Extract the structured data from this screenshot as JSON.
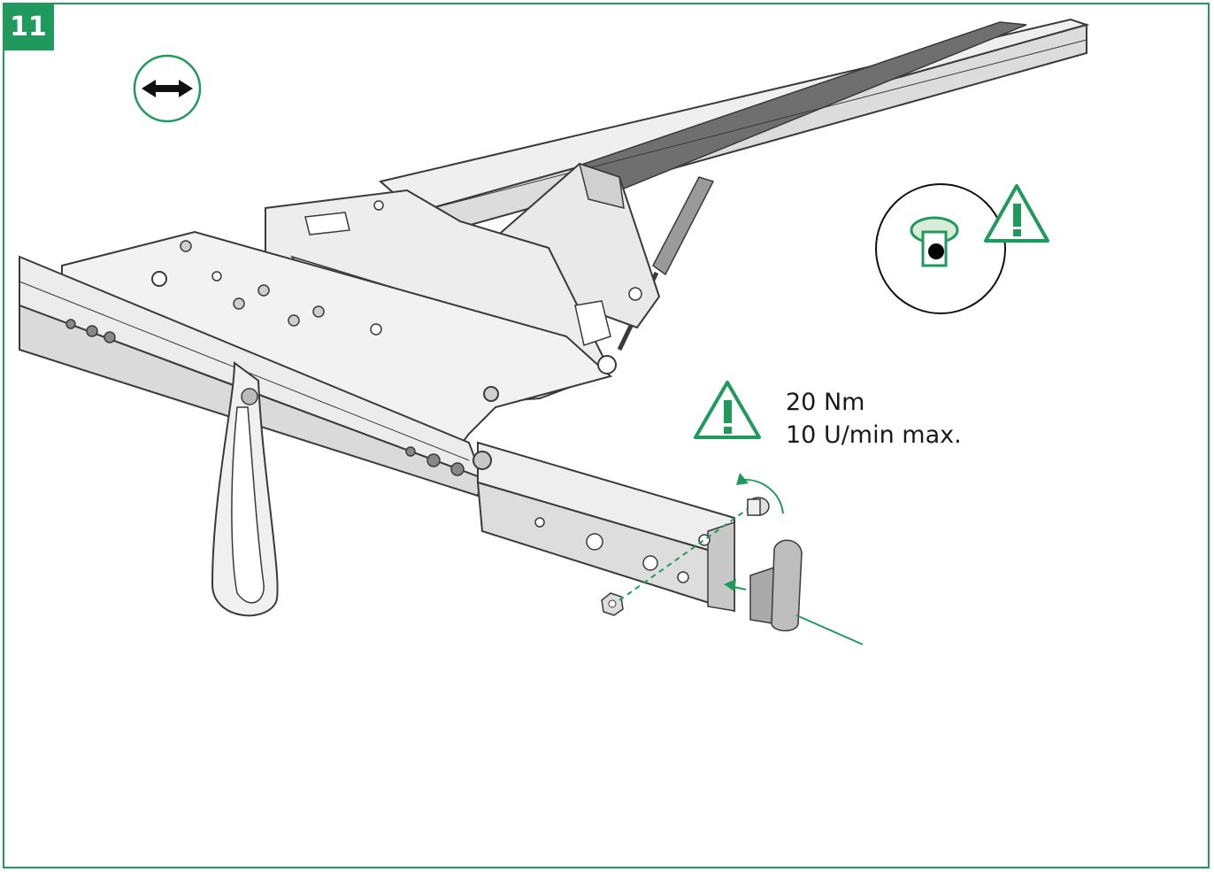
{
  "step": {
    "number": "11"
  },
  "torque_spec": {
    "torque": "20 Nm",
    "speed": "10 U/min max."
  },
  "icons": {
    "width_adjust": "double-arrow-icon",
    "warning": "warning-triangle-icon",
    "detail": "bolt-detail-icon"
  },
  "colors": {
    "accent": "#1f9a5c",
    "part_fill": "#e9e9e9",
    "outline": "#3a3a3a",
    "dark": "#6f6f6f"
  }
}
